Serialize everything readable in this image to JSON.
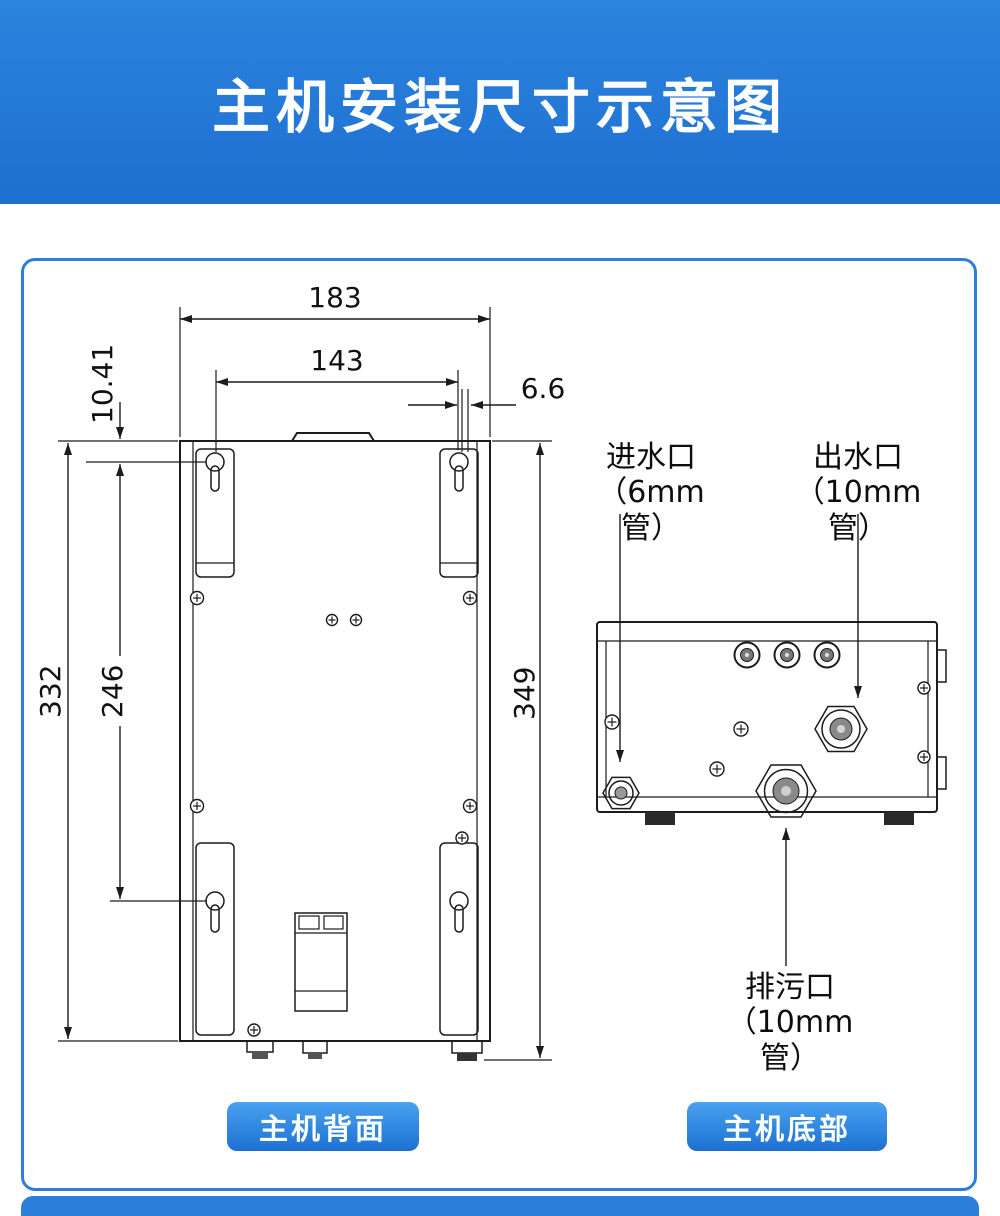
{
  "header": {
    "title": "主机安装尺寸示意图"
  },
  "back_view": {
    "caption": "主机背面",
    "dims": {
      "width_outer": "183",
      "width_inner": "143",
      "offset_small": "6.6",
      "offset_top": "10.41",
      "height_outer_left": "332",
      "height_inner": "246",
      "height_right": "349"
    }
  },
  "bottom_view": {
    "caption": "主机底部",
    "labels": {
      "inlet_title": "进水口",
      "inlet_spec": "（6mm管）",
      "outlet_title": "出水口",
      "outlet_spec": "（10mm管）",
      "drain_title": "排污口",
      "drain_spec": "（10mm管）"
    }
  },
  "colors": {
    "header_blue": "#2478d8",
    "panel_border": "#2b7fd9",
    "button_blue": "#2e86e0",
    "line_color": "#1c1c1c"
  }
}
